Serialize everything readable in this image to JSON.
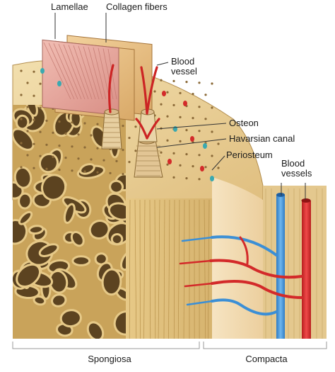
{
  "labels": {
    "lamellae": "Lamellae",
    "collagen_fibers": "Collagen fibers",
    "blood_vessel": "Blood\nvessel",
    "osteon": "Osteon",
    "havarsian_canal": "Havarsian canal",
    "periosteum": "Periosteum",
    "blood_vessels": "Blood\nvessels",
    "spongiosa": "Spongiosa",
    "compacta": "Compacta"
  },
  "colors": {
    "bone_light": "#efd9a0",
    "bone_mid": "#d8b56e",
    "bone_dark": "#7a5a2a",
    "lamella_pink": "#e9a9a0",
    "lamella_tan": "#e8c48e",
    "artery_red": "#d32a2a",
    "vein_blue": "#3b8fd6",
    "periosteum": "#f0d8b0"
  },
  "icons": [
    "osteon-cylinder",
    "spongy-trabeculae",
    "bracket"
  ]
}
